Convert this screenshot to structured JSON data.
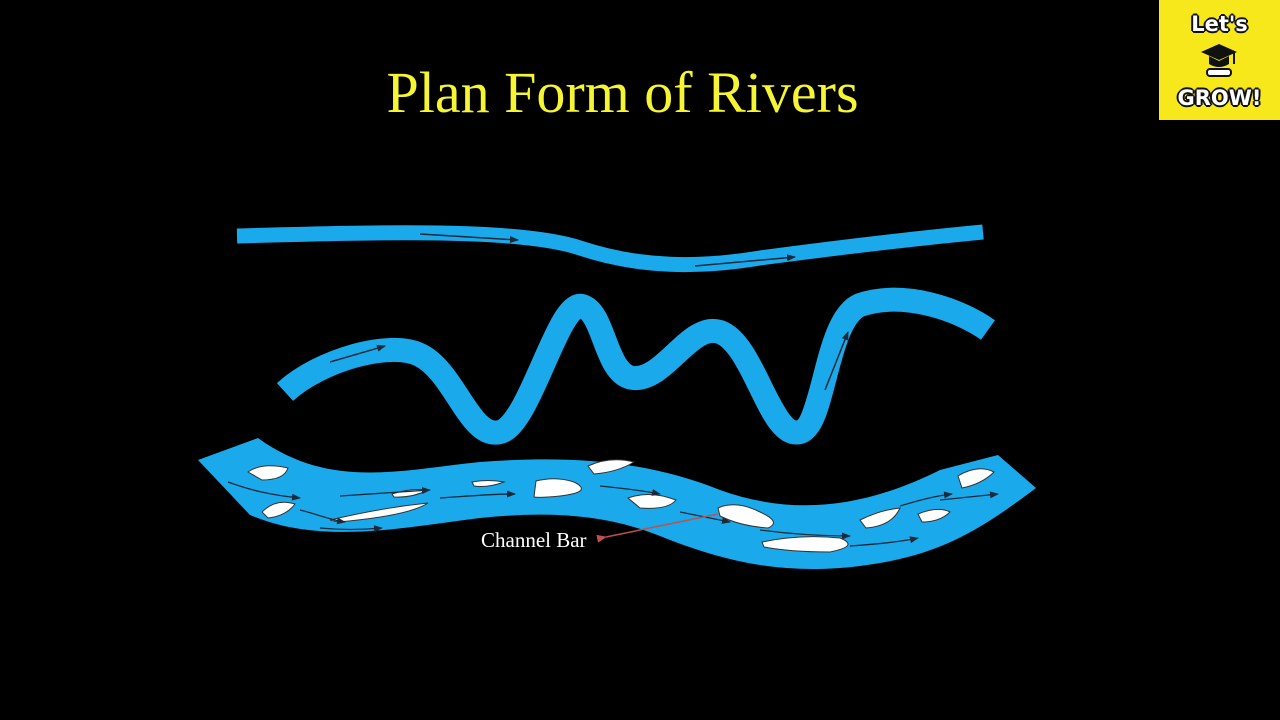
{
  "title": "Plan Form of Rivers",
  "logo": {
    "line1": "Let's",
    "line2": "GROW!",
    "icon": "graduation-cap-icon",
    "background": "#f7e81c"
  },
  "annotation": {
    "label": "Channel Bar"
  },
  "colors": {
    "background": "#000000",
    "title": "#f5f532",
    "river": "#1aa9ea",
    "bar": "#ffffff",
    "pointer": "#c0504d"
  }
}
